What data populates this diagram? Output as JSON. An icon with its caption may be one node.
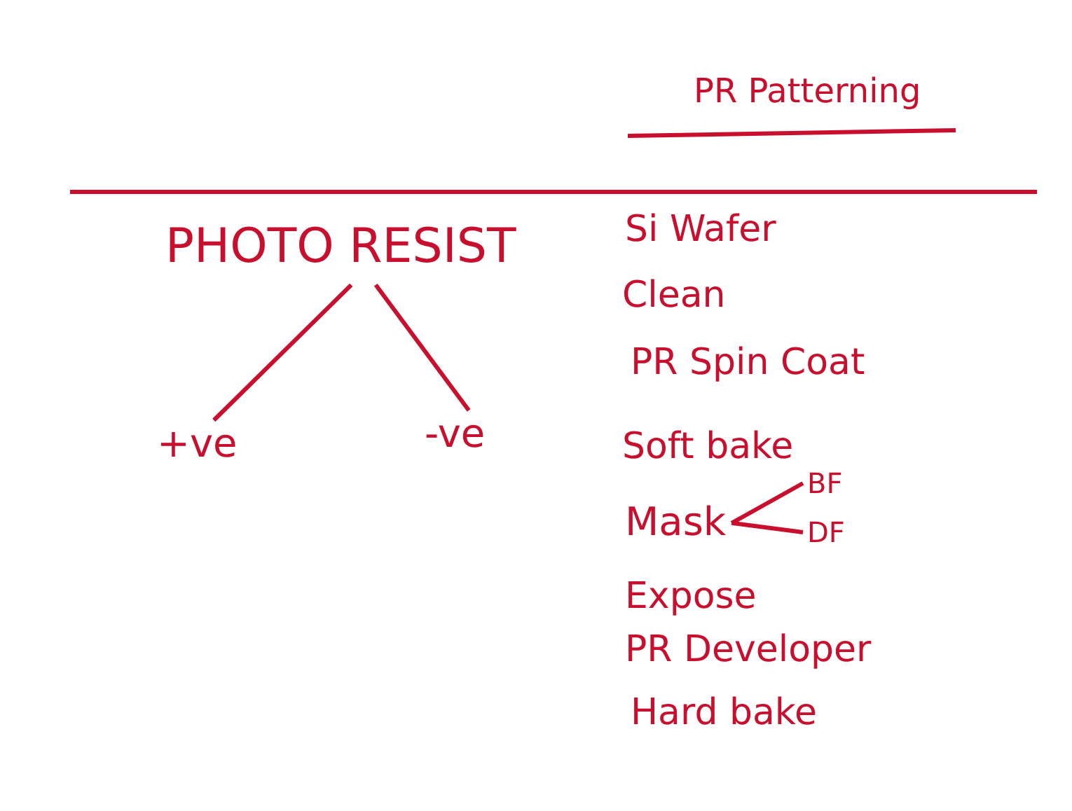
{
  "diagram": {
    "title": "PR Patterning",
    "nodes": [
      {
        "text": [
          "PHOTO RESIST"
        ]
      },
      {
        "text": [
          "+ve"
        ]
      },
      {
        "text": [
          "-ve"
        ]
      },
      {
        "text": [
          "Mask"
        ]
      },
      {
        "text": [
          "BF"
        ]
      },
      {
        "text": [
          "DF"
        ]
      }
    ],
    "edges": [
      {
        "from": 0,
        "to": 1,
        "arrow": "none"
      },
      {
        "from": 0,
        "to": 2,
        "arrow": "none"
      },
      {
        "from": 3,
        "to": 4,
        "arrow": "none"
      },
      {
        "from": 3,
        "to": 5,
        "arrow": "none"
      }
    ],
    "labels": [
      "Si Wafer",
      "Clean",
      "PR Spin Coat",
      "Soft bake",
      "Expose",
      "PR Developer",
      "Hard bake"
    ]
  }
}
